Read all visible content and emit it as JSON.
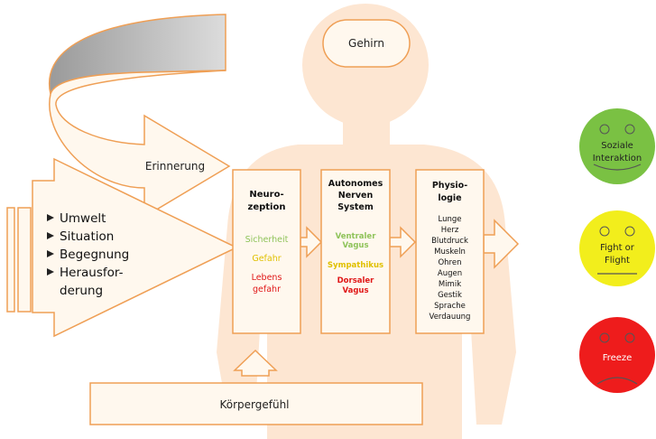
{
  "head": {
    "label": "Gehirn"
  },
  "memory": {
    "label": "Erinnerung"
  },
  "inputs": {
    "items": [
      "Umwelt",
      "Situation",
      "Begegnung",
      "Herausfor-",
      "derung"
    ]
  },
  "neuroception": {
    "title": [
      "Neuro-",
      "zeption"
    ],
    "states": [
      {
        "lines": [
          "Sicherheit"
        ],
        "color": "#8fc35a"
      },
      {
        "lines": [
          "Gefahr"
        ],
        "color": "#e0c000"
      },
      {
        "lines": [
          "Lebens",
          "gefahr"
        ],
        "color": "#e01818"
      }
    ]
  },
  "ans": {
    "title": [
      "Autonomes",
      "Nerven",
      "System"
    ],
    "states": [
      {
        "lines": [
          "Ventraler",
          "Vagus"
        ],
        "color": "#8fc35a"
      },
      {
        "lines": [
          "Sympathikus"
        ],
        "color": "#e0c000"
      },
      {
        "lines": [
          "Dorsaler",
          "Vagus"
        ],
        "color": "#e01818"
      }
    ]
  },
  "physiology": {
    "title": [
      "Physio-",
      "logie"
    ],
    "items": [
      "Lunge",
      "Herz",
      "Blutdruck",
      "Muskeln",
      "Ohren",
      "Augen",
      "Mimik",
      "Gestik",
      "Sprache",
      "Verdauung"
    ]
  },
  "body_sense": {
    "label": "Körpergefühl"
  },
  "faces": [
    {
      "lines": [
        "Soziale",
        "Interaktion"
      ],
      "color": "#7ac143"
    },
    {
      "lines": [
        "Fight or",
        "Flight"
      ],
      "color": "#f2ee1c"
    },
    {
      "lines": [
        "Freeze"
      ],
      "color": "#ee1c1c"
    }
  ],
  "colors": {
    "body": "#fde6d2",
    "box_fill": "#fff8ee",
    "box_stroke": "#ef9f55"
  }
}
